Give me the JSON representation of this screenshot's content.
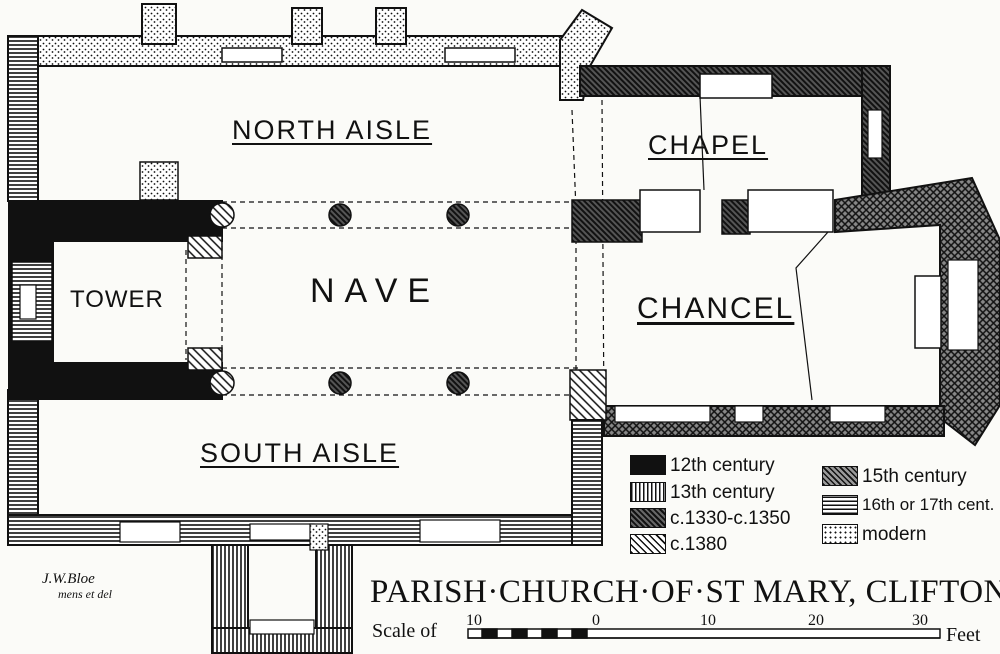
{
  "title": "PARISH·CHURCH·OF·ST MARY, CLIFTON REYNES",
  "author": {
    "name": "J.W.Bloe",
    "credit": "mens et del"
  },
  "rooms": {
    "north_aisle": "NORTH AISLE",
    "chapel": "CHAPEL",
    "tower": "TOWER",
    "nave": "NAVE",
    "chancel": "CHANCEL",
    "south_aisle": "SOUTH AISLE"
  },
  "legend": [
    {
      "label": "12th century",
      "pattern": "solid-black"
    },
    {
      "label": "13th century",
      "pattern": "vertical-lines"
    },
    {
      "label": "c.1330-c.1350",
      "pattern": "dense-diagonal"
    },
    {
      "label": "c.1380",
      "pattern": "diagonal-lines"
    },
    {
      "label": "15th century",
      "pattern": "cross-hatch"
    },
    {
      "label": "16th or 17th cent.",
      "pattern": "horizontal-lines"
    },
    {
      "label": "modern",
      "pattern": "stipple"
    }
  ],
  "scale": {
    "prefix": "Scale of",
    "ticks": [
      "10",
      "0",
      "10",
      "20",
      "30"
    ],
    "unit": "Feet"
  },
  "colors": {
    "ink": "#111111",
    "paper": "#fbfbf8"
  }
}
